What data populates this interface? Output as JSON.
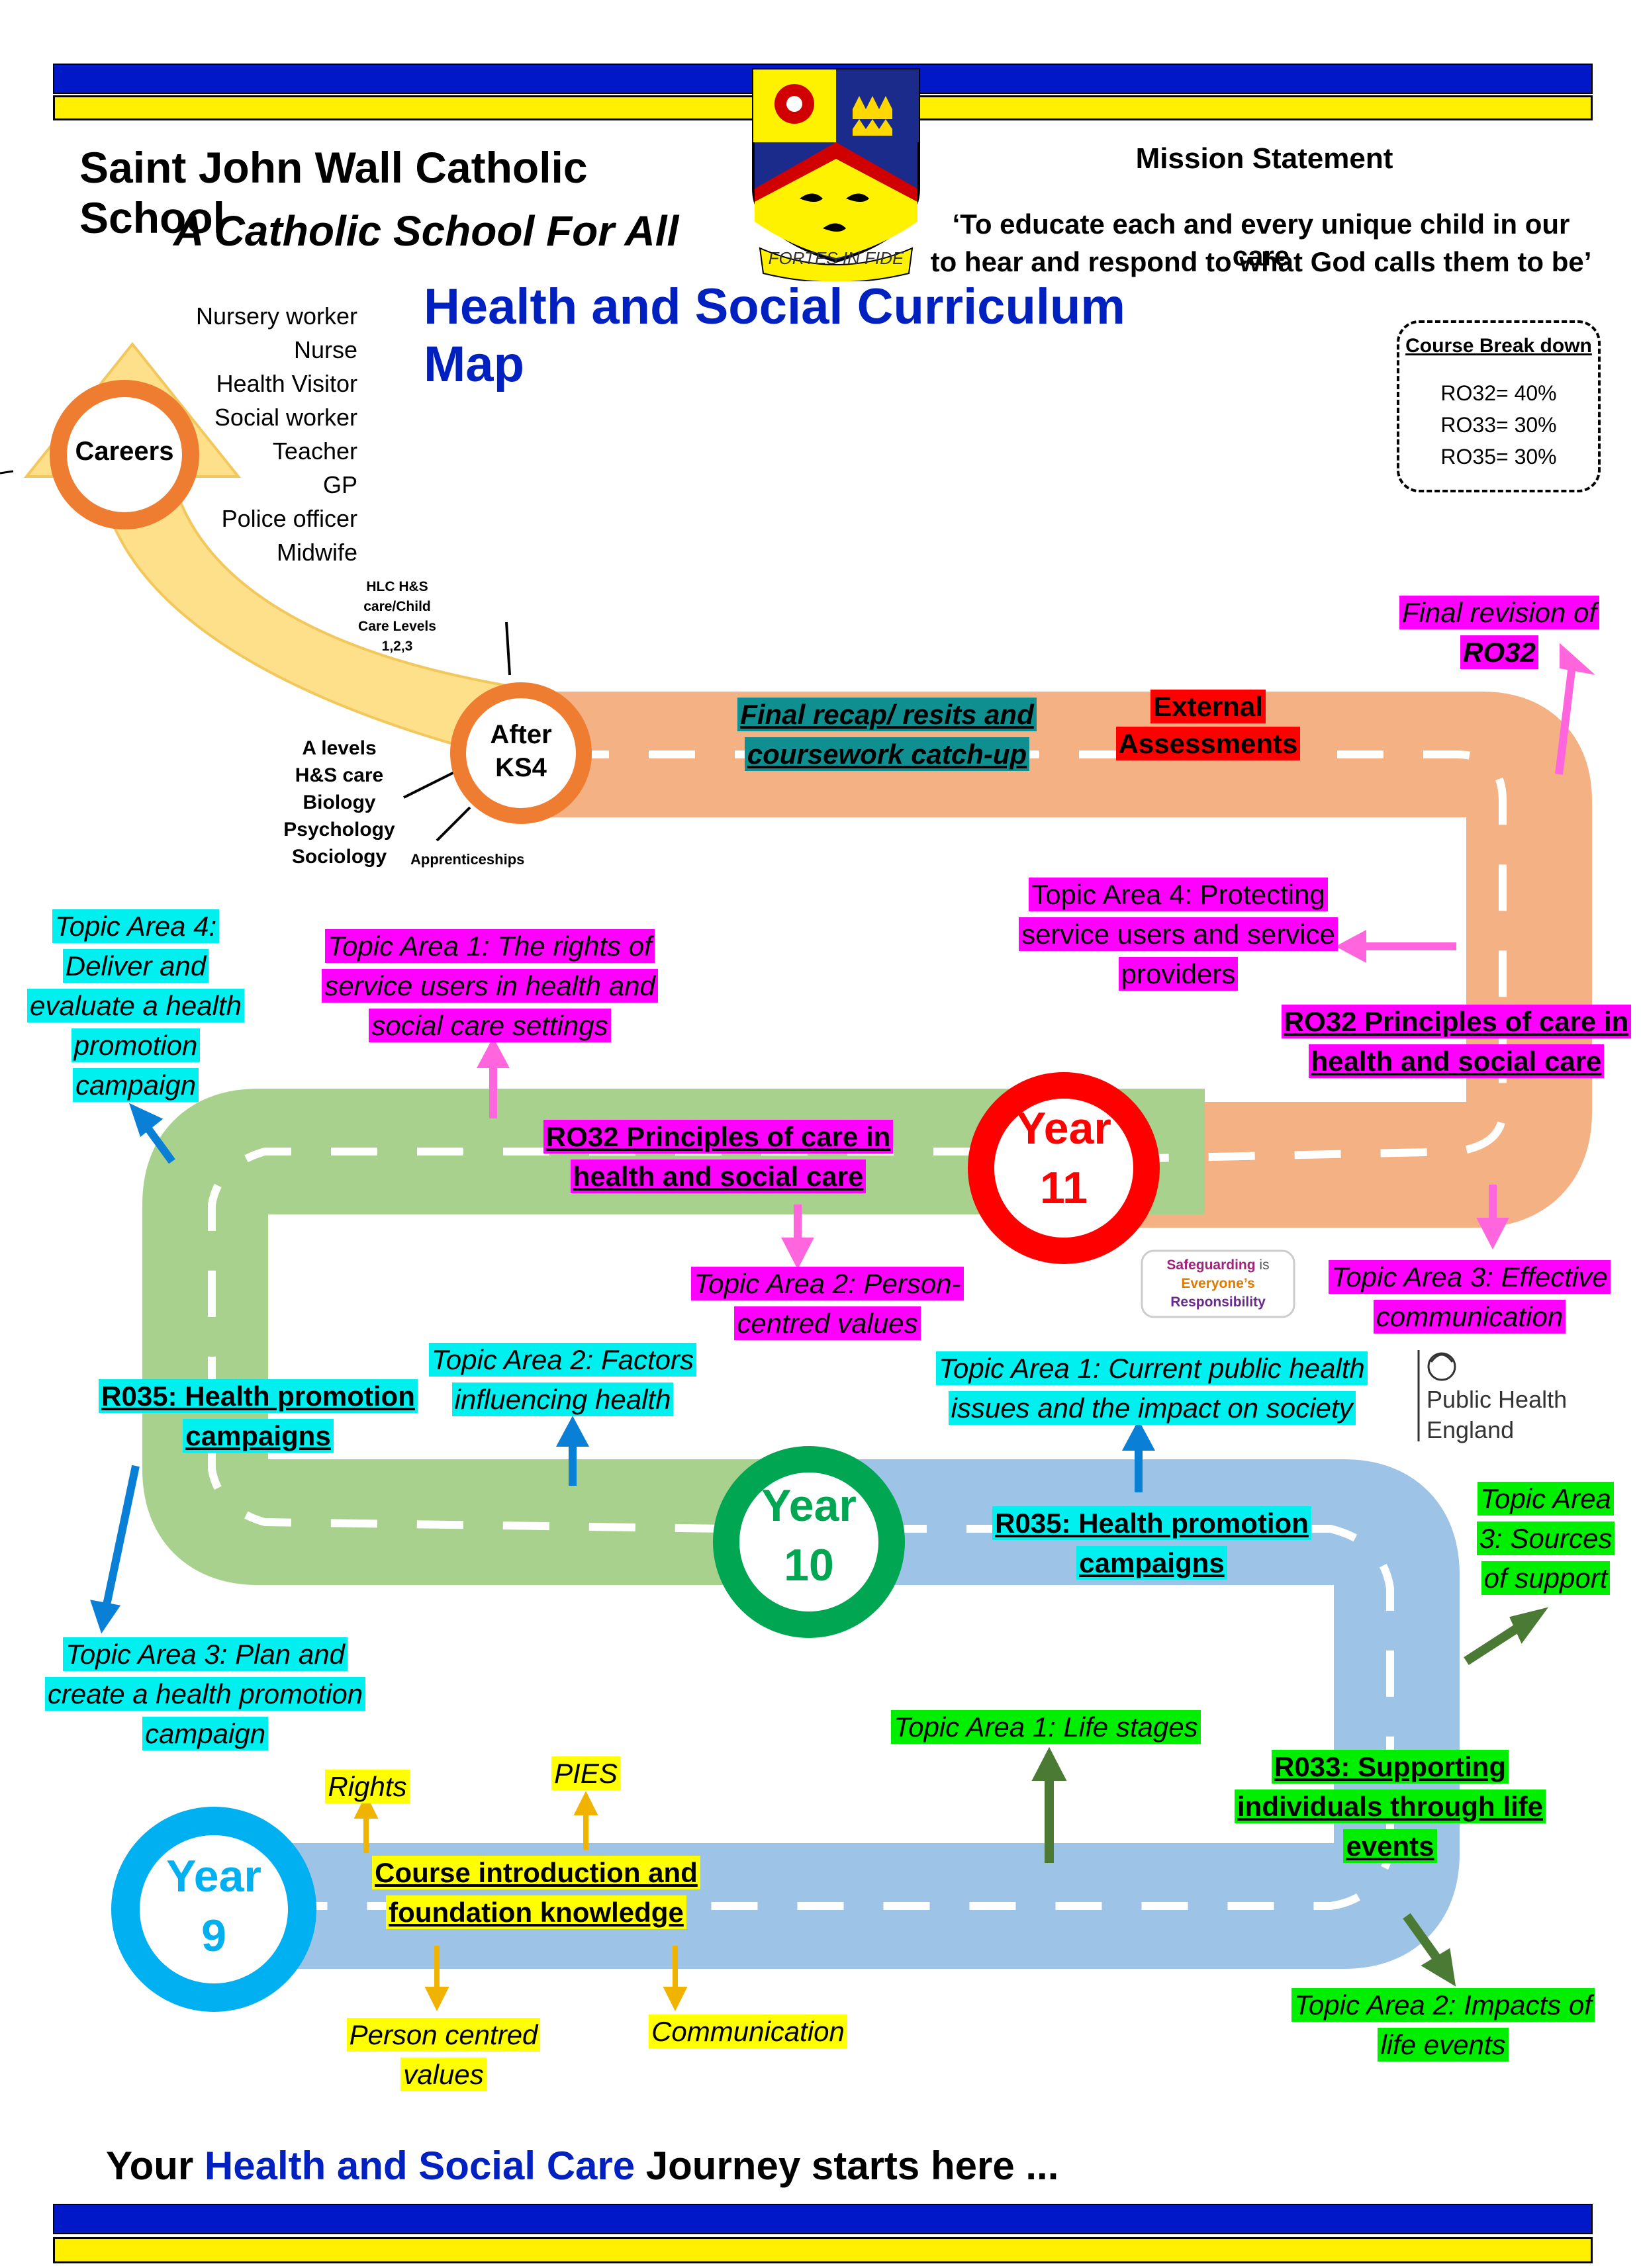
{
  "header": {
    "school_name": "Saint John Wall Catholic School",
    "tagline": "A Catholic School For All",
    "crest_motto": "FORTES IN FIDE",
    "mission_title": "Mission Statement",
    "mission_line1": "‘To educate each and every unique child in our care",
    "mission_line2": "to hear and respond to what God calls them to be’",
    "page_title": "Health and Social Curriculum Map"
  },
  "course_breakdown": {
    "title": "Course Break down",
    "items": [
      "RO32= 40%",
      "RO33= 30%",
      "RO35= 30%"
    ]
  },
  "careers": {
    "label": "Careers",
    "jobs": [
      "Nursery worker",
      "Nurse",
      "Health Visitor",
      "Social worker",
      "Teacher",
      "GP",
      "Police officer",
      "Midwife"
    ]
  },
  "after_ks4": {
    "label_line1": "After",
    "label_line2": "KS4",
    "hlc_lines": [
      "HLC H&S",
      "care/Child",
      "Care Levels",
      "1,2,3"
    ],
    "a_levels": [
      "A levels",
      "H&S care",
      "Biology",
      "Psychology",
      "Sociology"
    ],
    "apprenticeships": "Apprenticeships"
  },
  "year11": {
    "label_line1": "Year",
    "label_line2": "11",
    "recap": [
      "Final recap/ resits and",
      "coursework catch-up"
    ],
    "external": [
      "External",
      "Assessments"
    ],
    "final_revision": [
      "Final revision of",
      "RO32"
    ],
    "topic4": [
      "Topic Area 4: Protecting",
      "service users and service",
      "providers"
    ],
    "topic4_prefix": "Topic Area 4:",
    "unit_right": [
      "RO32 Principles of care in",
      "health and social care"
    ],
    "unit_left": [
      "RO32 Principles of care in",
      "health and social care"
    ],
    "topic1": [
      "Topic Area 1:  The rights of",
      "service users in health and",
      "social care settings"
    ],
    "topic2": [
      "Topic Area 2:  Person-",
      "centred values"
    ],
    "topic3": [
      "Topic Area 3:  Effective",
      "communication"
    ]
  },
  "safeguarding": {
    "line1": "Safeguarding",
    "is": "is",
    "line2": "Everyone’s",
    "line3": "Responsibility"
  },
  "phe": {
    "line1": "Public Health",
    "line2": "England"
  },
  "year10": {
    "label_line1": "Year",
    "label_line2": "10",
    "r035_left": [
      "R035: Health promotion",
      "campaigns"
    ],
    "r035_right": [
      "R035: Health promotion",
      "campaigns"
    ],
    "topic4": [
      "Topic Area 4:",
      "Deliver and",
      "evaluate a health",
      "promotion",
      "campaign"
    ],
    "topic2": [
      "Topic Area 2:  Factors",
      "influencing health"
    ],
    "topic1": [
      "Topic Area 1: Current public health",
      "issues and the impact on society"
    ],
    "topic3": [
      "Topic Area 3:  Plan and",
      "create a health promotion",
      "campaign"
    ],
    "r033": [
      "R033: Supporting",
      "individuals through life",
      "events"
    ],
    "r033_topic3": [
      "Topic Area",
      "3:  Sources",
      "of support"
    ],
    "r033_topic1": [
      "Topic Area 1: Life stages"
    ],
    "r033_topic2": [
      "Topic Area 2:  Impacts of",
      "life events"
    ]
  },
  "year9": {
    "label_line1": "Year",
    "label_line2": "9",
    "intro": [
      "Course introduction and",
      "foundation knowledge"
    ],
    "rights": "Rights",
    "pies": "PIES",
    "person_centred": [
      "Person centred",
      "values"
    ],
    "communication": "Communication"
  },
  "footer": {
    "your": "Your ",
    "hsc": "Health and Social Care",
    "rest": "  Journey starts here ..."
  },
  "colors": {
    "band_blue": "#0018c8",
    "band_yellow": "#ffef00",
    "year11_red": "#ff0000",
    "year10_green": "#00a651",
    "year9_blue": "#00b0f0",
    "careers_orange": "#ee7d31",
    "road_orange": "#f4b183",
    "road_green": "#a9d18e",
    "road_blue": "#9dc3e6",
    "careers_arrow": "#ffe08a",
    "title_blue": "#0020c0"
  }
}
